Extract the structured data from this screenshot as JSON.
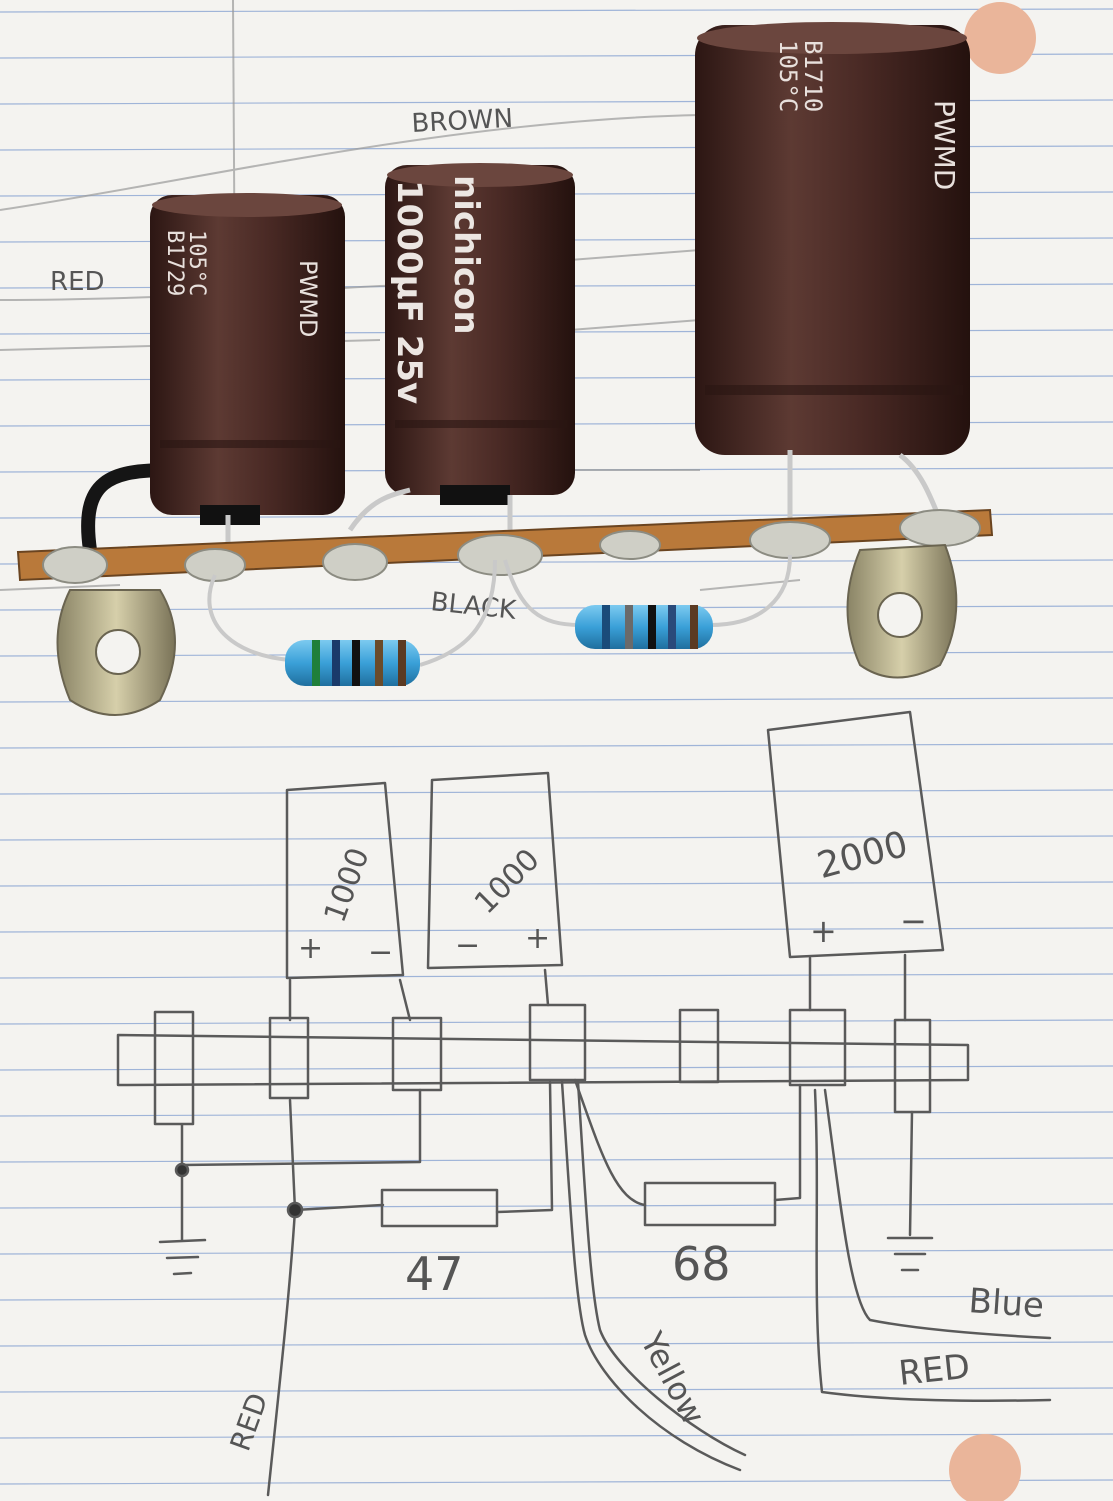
{
  "photo": {
    "capacitors": [
      {
        "id": "c1",
        "lines": [
          "105°C",
          "B1729",
          "PWMD"
        ],
        "color": "#4a2a25"
      },
      {
        "id": "c2",
        "lines": [
          "1000µF 25v",
          "nichicon"
        ],
        "color": "#4a2a25"
      },
      {
        "id": "c3",
        "lines": [
          "105°C",
          "B1710",
          "PWMD"
        ],
        "color": "#4a2a25"
      }
    ],
    "paper_labels": [
      "BROWN",
      "RED",
      "BLACK"
    ]
  },
  "sketch": {
    "capacitors": [
      {
        "value": "1000",
        "polarity_left": "+",
        "polarity_right": "−"
      },
      {
        "value": "1000",
        "polarity_left": "−",
        "polarity_right": "+"
      },
      {
        "value": "2000",
        "polarity_left": "+",
        "polarity_right": "−"
      }
    ],
    "resistors": [
      {
        "value": "47"
      },
      {
        "value": "68"
      }
    ],
    "wire_labels": {
      "red_left": "RED",
      "yellow": "Yellow",
      "blue": "Blue",
      "red_right": "RED"
    }
  },
  "colors": {
    "paper": "#f4f3f0",
    "rule_line": "#9fb4d8",
    "cap_body": "#4a2a25",
    "board": "#b9793a",
    "resistor": "#3aa0d8",
    "pencil": "#555555"
  }
}
